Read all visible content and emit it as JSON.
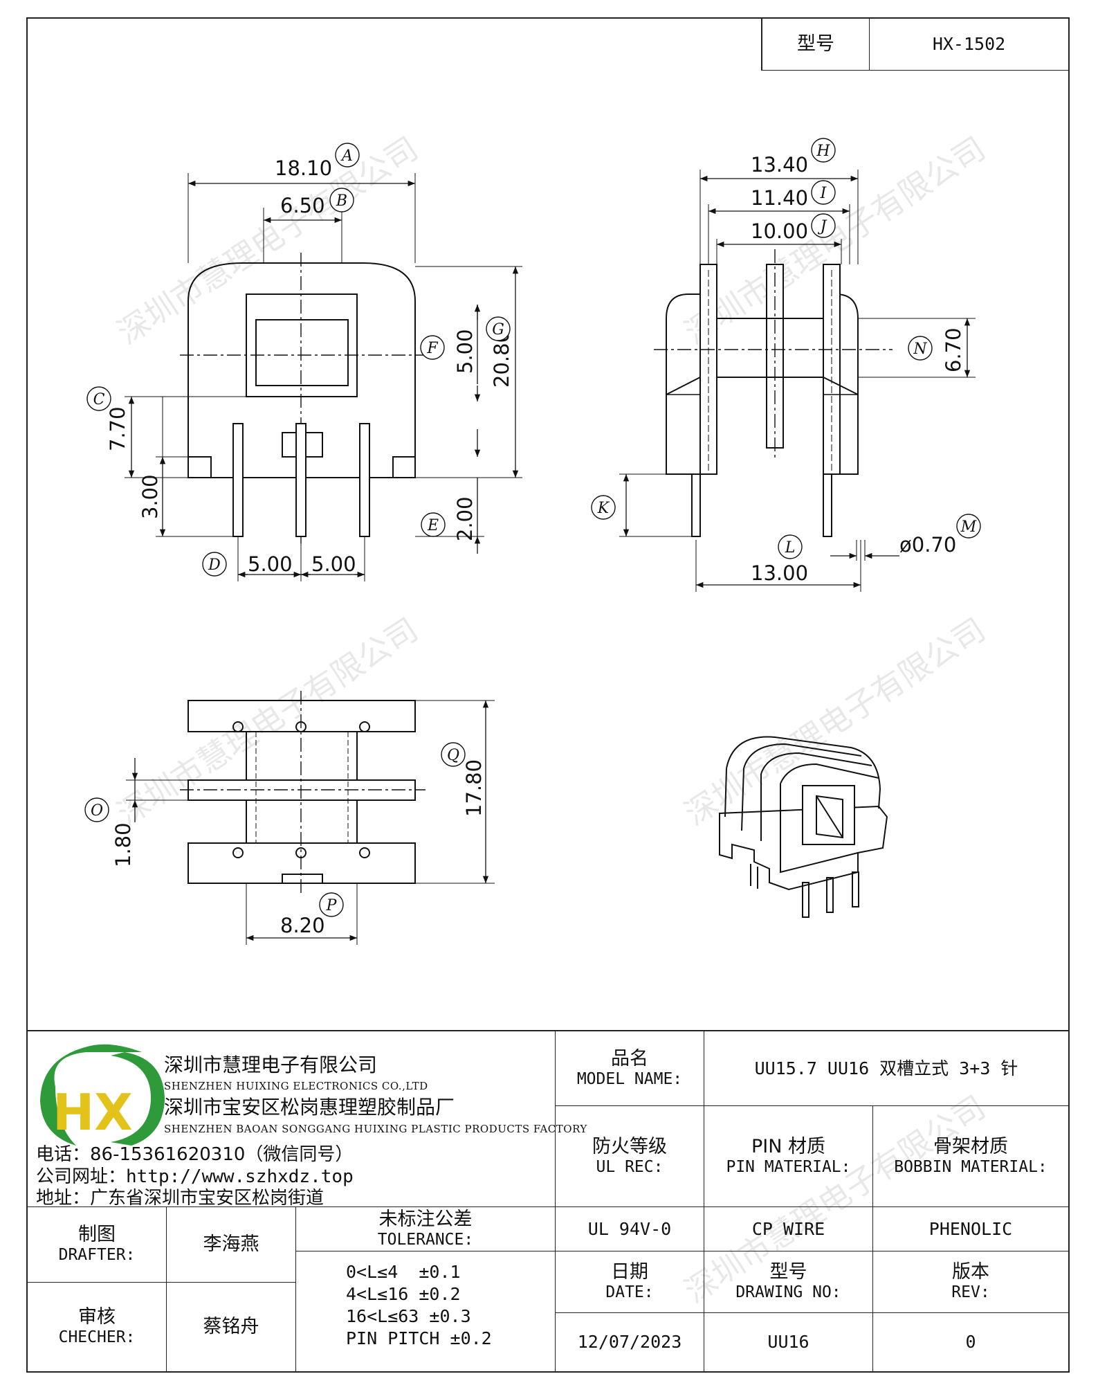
{
  "header": {
    "model_label": "型号",
    "model_value": "HX-1502"
  },
  "dimensions": {
    "A": "18.10",
    "B": "6.50",
    "C": "7.70",
    "D": "5.00",
    "D2": "5.00",
    "E": "2.00",
    "F": "5.00",
    "G": "20.80",
    "pin_len": "3.00",
    "H": "13.40",
    "I": "11.40",
    "J": "10.00",
    "K": "",
    "L": "13.00",
    "M": "ø0.70",
    "N": "6.70",
    "O": "1.80",
    "P": "8.20",
    "Q": "17.80"
  },
  "markers": [
    "A",
    "B",
    "C",
    "D",
    "E",
    "F",
    "G",
    "H",
    "I",
    "J",
    "K",
    "L",
    "M",
    "N",
    "O",
    "P",
    "Q"
  ],
  "watermark": "深圳市慧理电子有限公司",
  "company": {
    "name_cn": "深圳市慧理电子有限公司",
    "name_en": "SHENZHEN HUIXING ELECTRONICS CO.,LTD",
    "factory_cn": "深圳市宝安区松岗惠理塑胶制品厂",
    "factory_en": "SHENZHEN BAOAN SONGGANG HUIXING PLASTIC PRODUCTS FACTORY",
    "phone": "电话：86-15361620310（微信同号）",
    "website": "公司网址：http://www.szhxdz.top",
    "address": "地址：广东省深圳市宝安区松岗街道"
  },
  "logo": {
    "text": "HX",
    "green": "#2e9a3a",
    "yellow": "#e3c21a"
  },
  "title_block": {
    "model_name_cn": "品名",
    "model_name_en": "MODEL NAME:",
    "model_name_value": "UU15.7 UU16 双槽立式 3+3 针",
    "ul_cn": "防火等级",
    "ul_en": "UL REC:",
    "pin_mat_cn": "PIN 材质",
    "pin_mat_en": "PIN MATERIAL:",
    "bobbin_cn": "骨架材质",
    "bobbin_en": "BOBBIN MATERIAL:",
    "ul_value": "UL 94V-0",
    "pin_value": "CP WIRE",
    "bobbin_value": "PHENOLIC",
    "drafter_cn": "制图",
    "drafter_en": "DRAFTER:",
    "drafter_name": "李海燕",
    "checker_cn": "审核",
    "checker_en": "CHECHER:",
    "checker_name": "蔡铭舟",
    "tol_cn": "未标注公差",
    "tol_en": "TOLERANCE:",
    "tol_lines": [
      "0<L≤4  ±0.1",
      "4<L≤16 ±0.2",
      "16<L≤63 ±0.3",
      "PIN PITCH ±0.2"
    ],
    "date_cn": "日期",
    "date_en": "DATE:",
    "date_value": "12/07/2023",
    "drawing_cn": "型号",
    "drawing_en": "DRAWING NO:",
    "drawing_value": "UU16",
    "rev_cn": "版本",
    "rev_en": "REV:",
    "rev_value": "0"
  }
}
